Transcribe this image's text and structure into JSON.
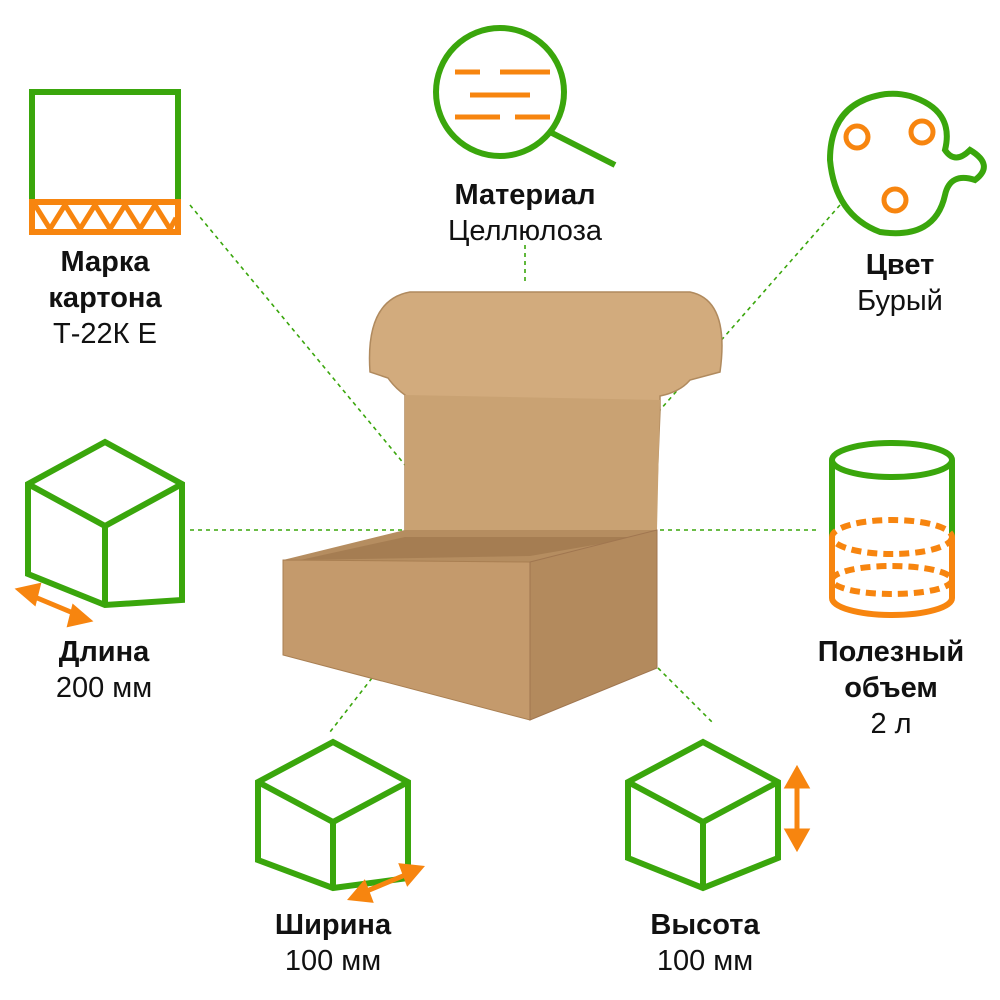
{
  "colors": {
    "green": "#3aa60c",
    "orange": "#f7850f",
    "box": "#c79d6e",
    "box_dark": "#a97f52",
    "box_light": "#d8b589"
  },
  "features": {
    "grade": {
      "title_1": "Марка",
      "title_2": "картона",
      "value": "Т-22К Е",
      "icon": "corrugated-board-icon"
    },
    "material": {
      "title": "Материал",
      "value": "Целлюлоза",
      "icon": "magnifier-icon"
    },
    "color": {
      "title": "Цвет",
      "value": "Бурый",
      "icon": "palette-icon"
    },
    "length": {
      "title": "Длина",
      "value": "200 мм",
      "icon": "cube-length-icon"
    },
    "volume": {
      "title_1": "Полезный",
      "title_2": "объем",
      "value": "2 л",
      "icon": "cylinder-volume-icon"
    },
    "width": {
      "title": "Ширина",
      "value": "100 мм",
      "icon": "cube-width-icon"
    },
    "height": {
      "title": "Высота",
      "value": "100 мм",
      "icon": "cube-height-icon"
    }
  }
}
